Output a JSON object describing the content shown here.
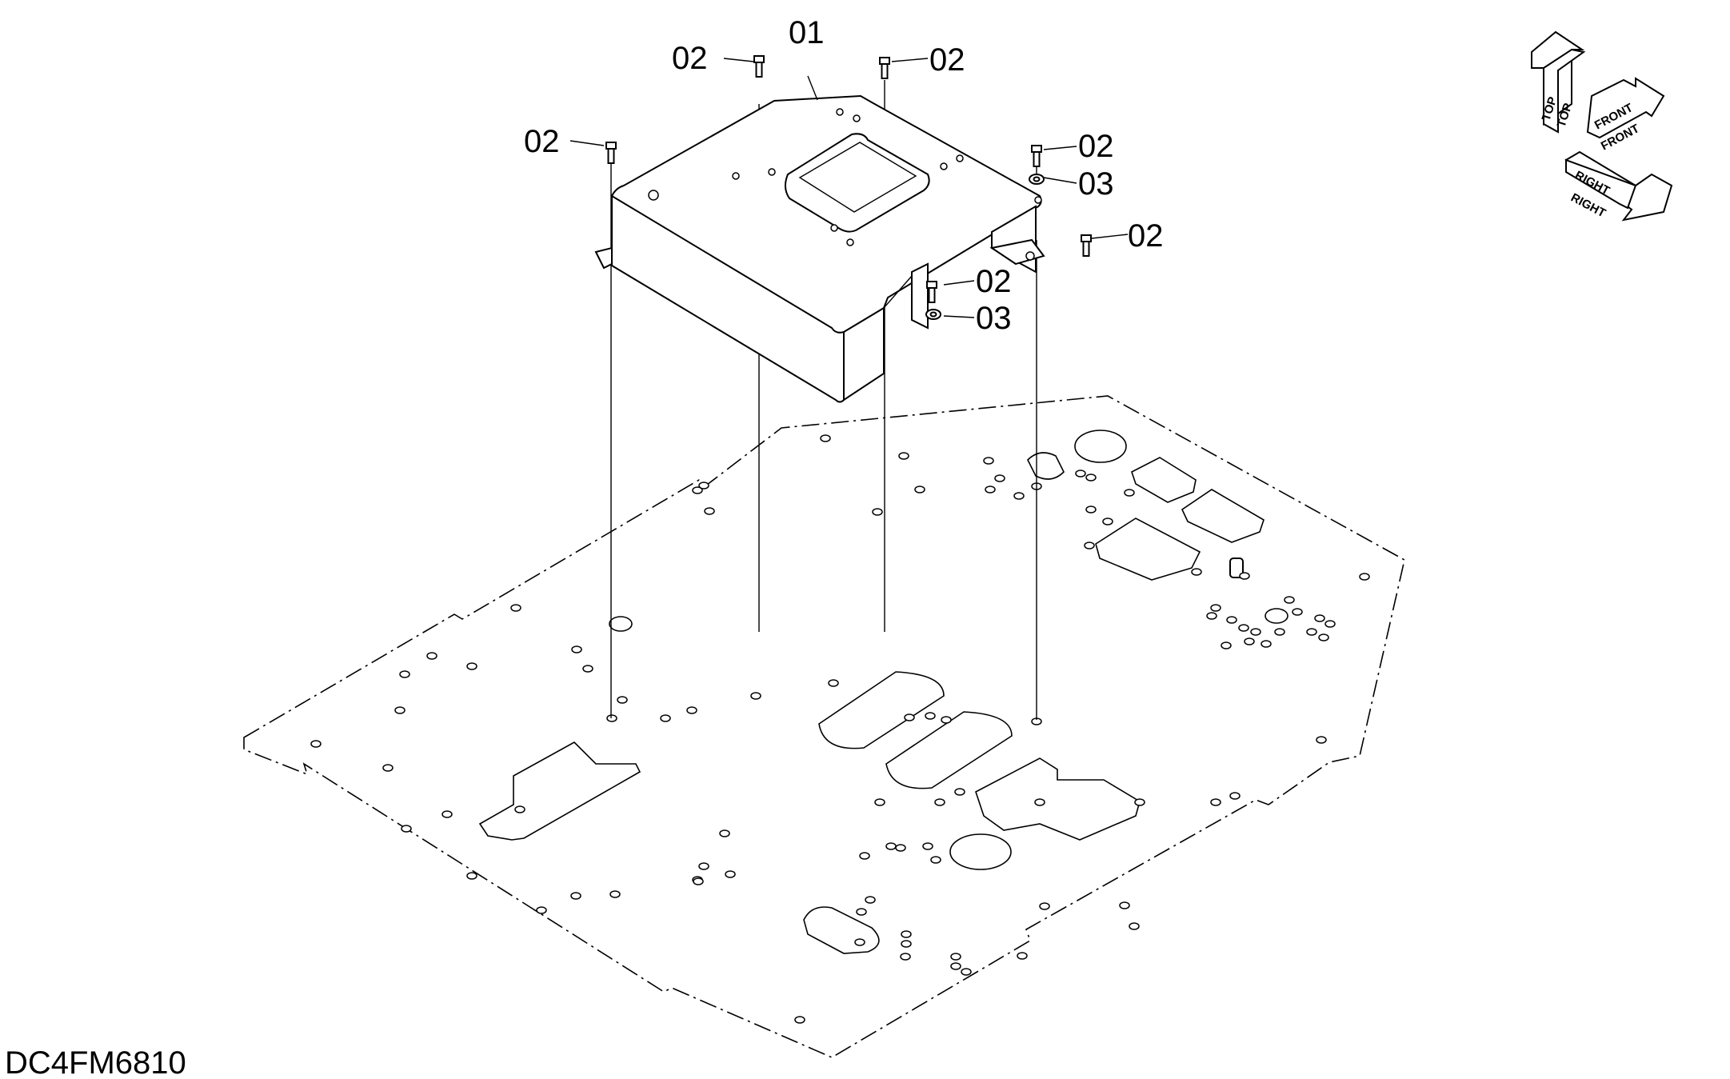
{
  "drawing_code": "DC4FM6810",
  "callouts": [
    {
      "label": "01"
    },
    {
      "label": "02"
    },
    {
      "label": "02"
    },
    {
      "label": "02"
    },
    {
      "label": "02"
    },
    {
      "label": "03"
    },
    {
      "label": "02"
    },
    {
      "label": "02"
    },
    {
      "label": "03"
    }
  ],
  "orientation": {
    "top": "TOP",
    "front": "FRONT",
    "right": "RIGHT"
  }
}
